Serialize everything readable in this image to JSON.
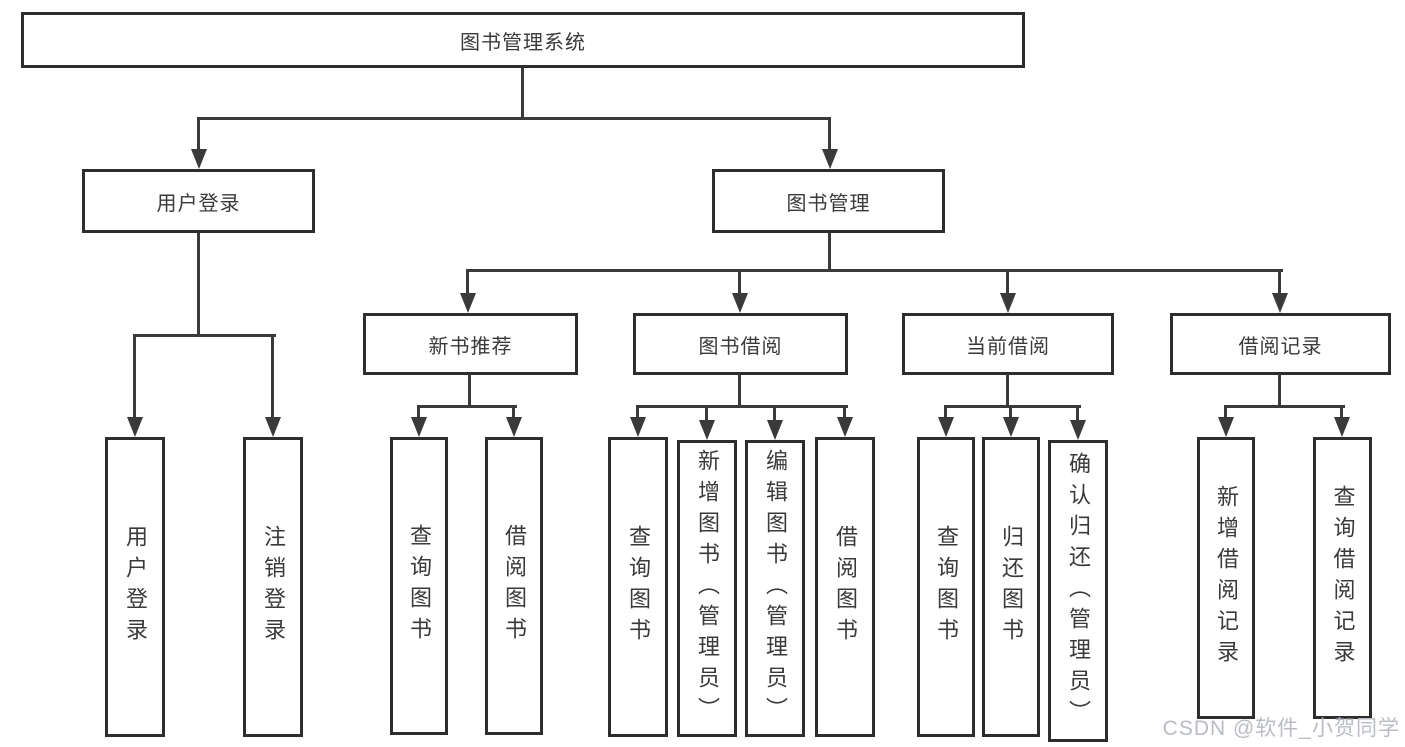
{
  "diagram": {
    "root": "图书管理系统",
    "user_branch": {
      "label": "用户登录",
      "children": [
        "用户登录",
        "注销登录"
      ]
    },
    "book_branch": {
      "label": "图书管理",
      "groups": [
        {
          "label": "新书推荐",
          "children": [
            "查询图书",
            "借阅图书"
          ]
        },
        {
          "label": "图书借阅",
          "children": [
            "查询图书",
            "新增图书（管理员）",
            "编辑图书（管理员）",
            "借阅图书"
          ]
        },
        {
          "label": "当前借阅",
          "children": [
            "查询图书",
            "归还图书",
            "确认归还（管理员）"
          ]
        },
        {
          "label": "借阅记录",
          "children": [
            "新增借阅记录",
            "查询借阅记录"
          ]
        }
      ]
    },
    "watermark": "CSDN @软件_小贺同学"
  },
  "colors": {
    "line": "#3a3a3a",
    "border": "#2d2d2d",
    "text": "#3a3a3a",
    "watermark_text": "#b9bdc3"
  }
}
